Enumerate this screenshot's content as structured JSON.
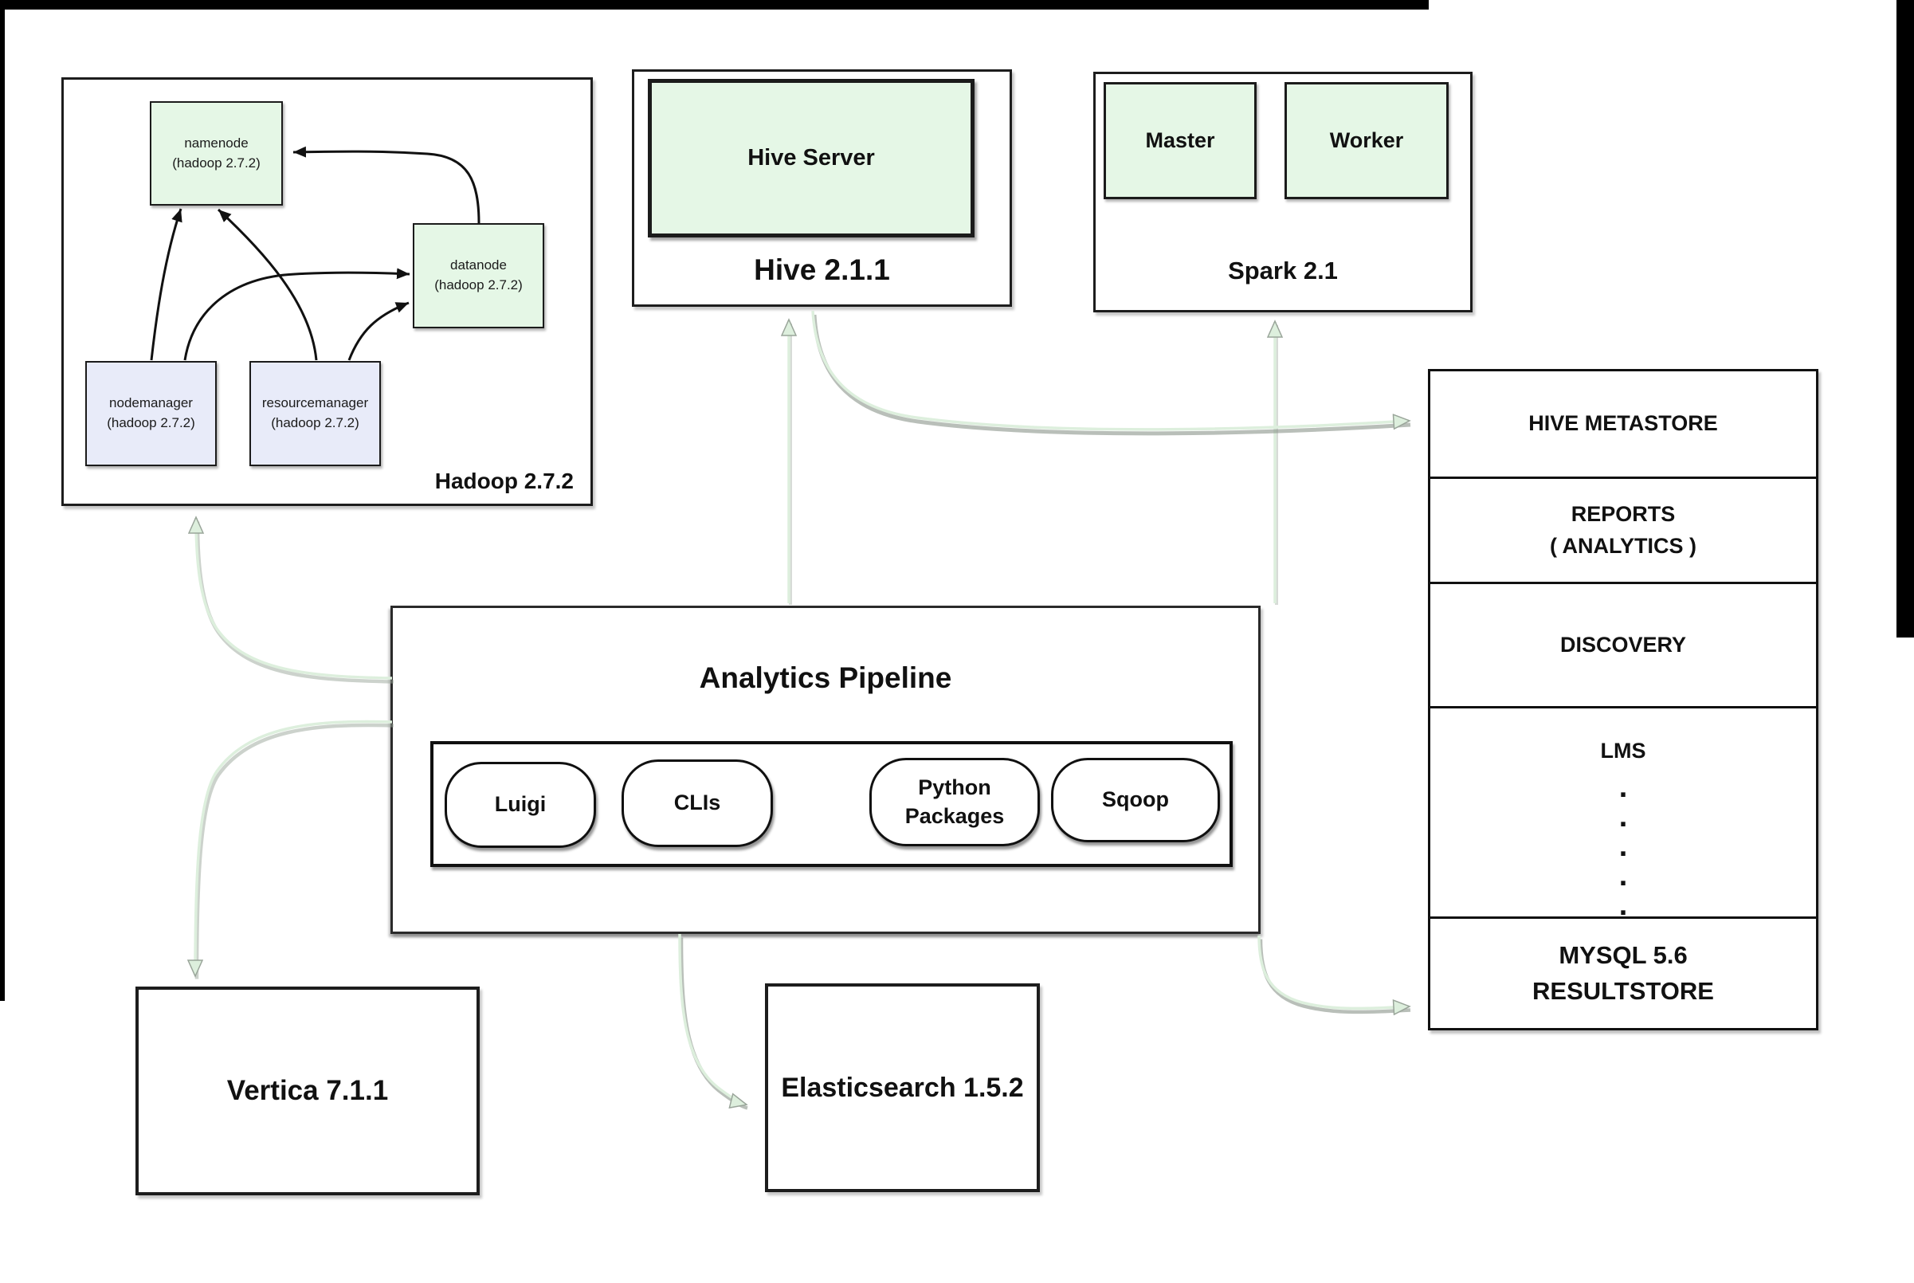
{
  "blocks": {
    "hadoop": {
      "title": "Hadoop 2.7.2",
      "namenode": "namenode\n(hadoop 2.7.2)",
      "datanode": "datanode\n(hadoop 2.7.2)",
      "nodemanager": "nodemanager\n(hadoop 2.7.2)",
      "resourcemanager": "resourcemanager\n(hadoop 2.7.2)"
    },
    "hive": {
      "title": "Hive 2.1.1",
      "server": "Hive Server"
    },
    "spark": {
      "title": "Spark 2.1",
      "master": "Master",
      "worker": "Worker"
    },
    "services": {
      "hive_metastore": "HIVE METASTORE",
      "reports": "REPORTS\n( ANALYTICS )",
      "discovery": "DISCOVERY",
      "lms": "LMS",
      "lms_dots": ".\n.\n.\n.\n.",
      "mysql": "MYSQL 5.6\nRESULTSTORE"
    },
    "pipeline": {
      "title": "Analytics Pipeline",
      "tools": [
        "Luigi",
        "CLIs",
        "Python\nPackages",
        "Sqoop"
      ]
    },
    "vertica": {
      "title": "Vertica 7.1.1"
    },
    "elasticsearch": {
      "title": "Elasticsearch 1.5.2"
    }
  },
  "colors": {
    "node_green": "#e5f7e6",
    "node_lavender": "#e8ebf9",
    "arrow_green": "#ddefdd",
    "arrow_shadow": "#9aa59a",
    "arrow_black": "#111111",
    "bar_black": "#000000"
  }
}
